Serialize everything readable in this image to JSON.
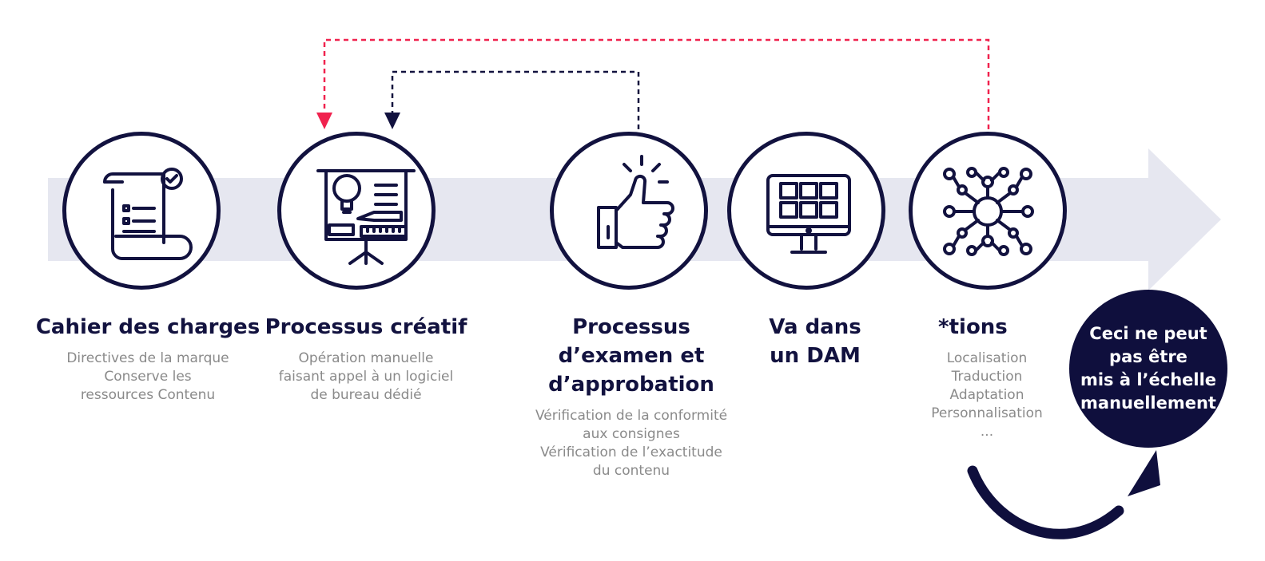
{
  "steps": [
    {
      "title": "Cahier des charges",
      "description": "Directives de la marque\nConserve les\nressources Contenu",
      "icon": "document-scroll-icon"
    },
    {
      "title": "Processus créatif",
      "description": "Opération manuelle\nfaisant appel à un logiciel\nde bureau dédié",
      "icon": "creative-board-icon"
    },
    {
      "title": "Processus\nd’examen et\nd’approbation",
      "description": "Vérification de la conformité\naux consignes\nVérification de l’exactitude\ndu contenu",
      "icon": "thumbs-up-icon"
    },
    {
      "title": "Va dans\nun DAM",
      "description": "",
      "icon": "monitor-grid-icon"
    },
    {
      "title": "*tions",
      "description": "Localisation\nTraduction\nAdaptation\nPersonnalisation\n...",
      "icon": "network-hub-icon"
    }
  ],
  "callout": {
    "text": "Ceci ne peut\npas être\nmis à l’échelle\nmanuellement"
  },
  "colors": {
    "navy": "#12123f",
    "pink": "#f0224e",
    "arrow": "#e6e7f0",
    "desc": "#8a8a8a"
  }
}
